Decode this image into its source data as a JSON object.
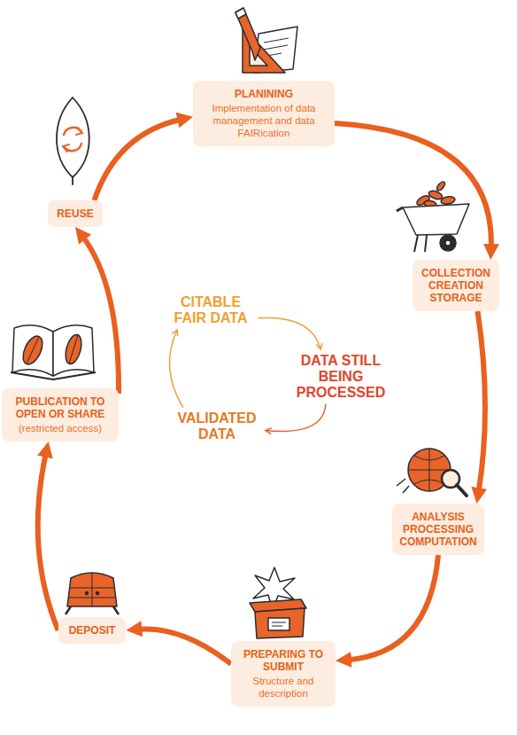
{
  "diagram": {
    "nodes": [
      {
        "text": [
          "PLANINING",
          "Implementation of data management and data FAIRication"
        ]
      },
      {
        "text": [
          "COLLECTION CREATION STORAGE"
        ]
      },
      {
        "text": [
          "ANALYSIS PROCESSING COMPUTATION"
        ]
      },
      {
        "text": [
          "PREPARING TO SUBMIT",
          "Structure and description"
        ]
      },
      {
        "text": [
          "DEPOSIT"
        ]
      },
      {
        "text": [
          "PUBLICATION TO OPEN OR SHARE",
          "(restricted access)"
        ]
      },
      {
        "text": [
          "REUSE"
        ]
      },
      {
        "text": [
          "CITABLE FAIR DATA"
        ]
      },
      {
        "text": [
          "DATA STILL BEING PROCESSED"
        ]
      },
      {
        "text": [
          "VALIDATED DATA"
        ]
      }
    ],
    "edges": [
      {
        "from": 0,
        "to": 1,
        "arrow": "to"
      },
      {
        "from": 1,
        "to": 2,
        "arrow": "to"
      },
      {
        "from": 2,
        "to": 3,
        "arrow": "to"
      },
      {
        "from": 3,
        "to": 4,
        "arrow": "to"
      },
      {
        "from": 4,
        "to": 5,
        "arrow": "to"
      },
      {
        "from": 5,
        "to": 6,
        "arrow": "to"
      },
      {
        "from": 6,
        "to": 0,
        "arrow": "to"
      },
      {
        "from": 7,
        "to": 8,
        "arrow": "to"
      },
      {
        "from": 8,
        "to": 9,
        "arrow": "to"
      },
      {
        "from": 9,
        "to": 7,
        "arrow": "to"
      }
    ]
  }
}
